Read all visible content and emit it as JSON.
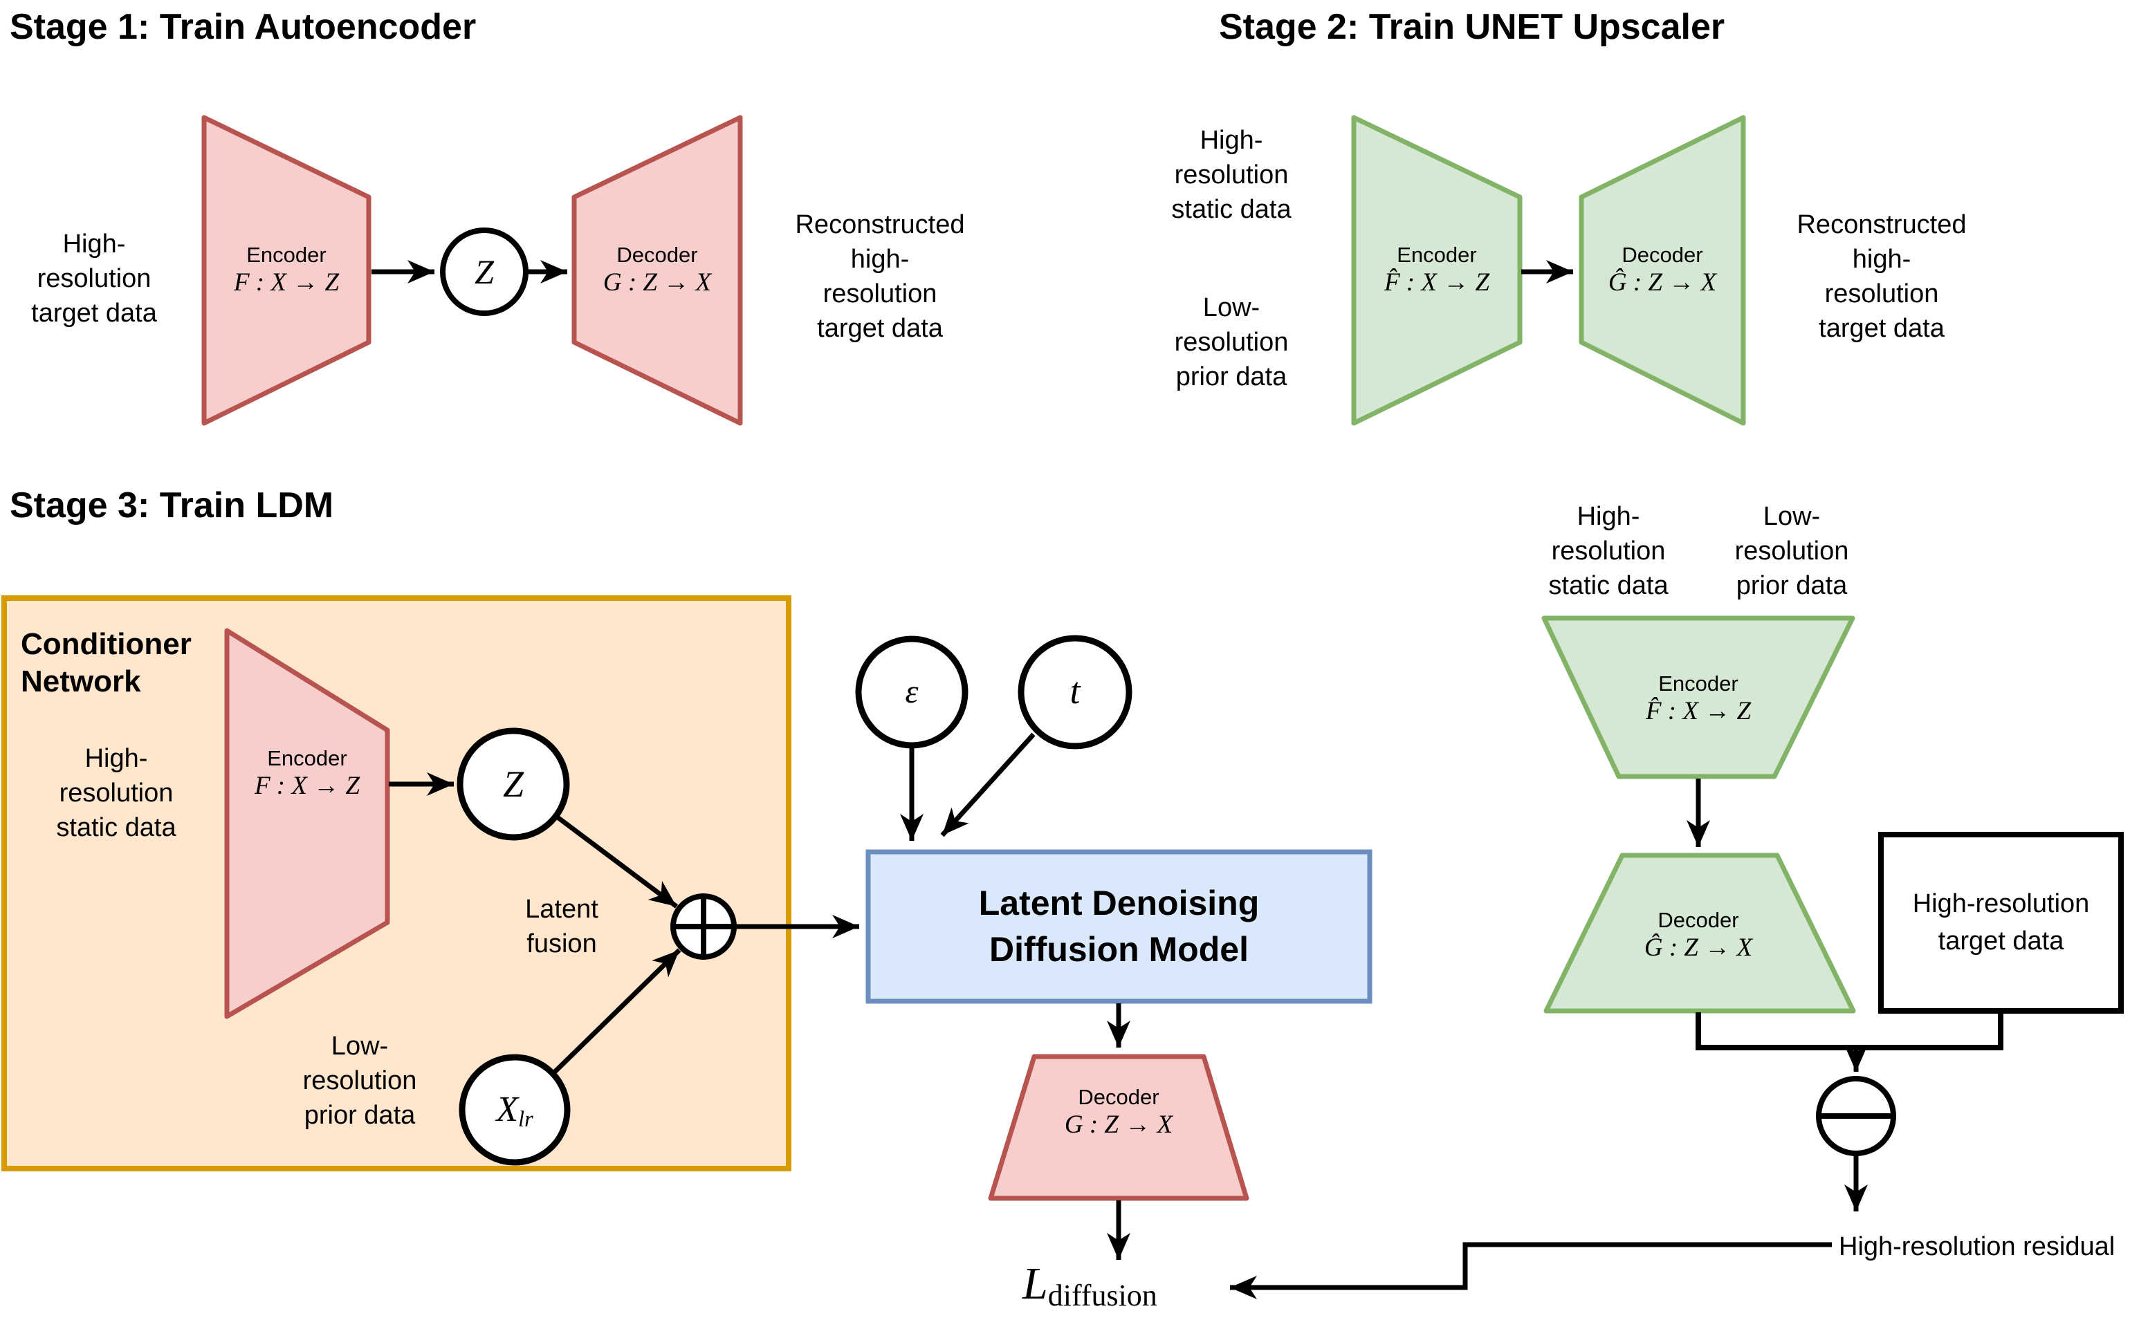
{
  "colors": {
    "pink-fill": "#F8CECC",
    "pink-stroke": "#B85450",
    "green-fill": "#D5E8D4",
    "green-stroke": "#82B366",
    "blue-fill": "#DAE8FC",
    "blue-stroke": "#6C8EBF",
    "orange-fill": "#FFE6CC",
    "orange-stroke": "#D79B00",
    "line": "#000000",
    "node-fill": "#FFFFFF"
  },
  "icons": {
    "fusion": "circle-plus",
    "difference": "circle-minus"
  },
  "stage1": {
    "title": "Stage 1: Train Autoencoder",
    "input_label": "High-\nresolution\ntarget data",
    "encoder": {
      "title": "Encoder",
      "formula": "F : X → Z"
    },
    "latent_symbol": "Z",
    "decoder": {
      "title": "Decoder",
      "formula": "G : Z → X"
    },
    "output_label": "Reconstructed\nhigh-\nresolution\ntarget data"
  },
  "stage2": {
    "title": "Stage 2: Train UNET Upscaler",
    "static_input_label": "High-\nresolution\nstatic data",
    "prior_input_label": "Low-\nresolution\nprior data",
    "encoder": {
      "title": "Encoder",
      "formula": "F̂ : X → Z"
    },
    "decoder": {
      "title": "Decoder",
      "formula": "Ĝ : Z → X"
    },
    "output_label": "Reconstructed\nhigh-\nresolution\ntarget data"
  },
  "stage3": {
    "title": "Stage 3: Train LDM",
    "conditioner": {
      "title": "Conditioner\nNetwork",
      "static_input_label": "High-\nresolution\nstatic data",
      "encoder": {
        "title": "Encoder",
        "formula": "F : X → Z"
      },
      "latent_symbol": "Z",
      "fusion_label": "Latent\nfusion",
      "prior_input_label": "Low-\nresolution\nprior data",
      "prior_symbol": {
        "base": "X",
        "sub": "lr"
      }
    },
    "noise_symbol": "ε",
    "timestep_symbol": "t",
    "ldm_box_label": "Latent Denoising\nDiffusion Model",
    "decoder": {
      "title": "Decoder",
      "formula": "G : Z → X"
    },
    "loss": {
      "base": "L",
      "sub": "diffusion"
    }
  },
  "upscaler_branch": {
    "static_input_label": "High-\nresolution\nstatic data",
    "prior_input_label": "Low-\nresolution\nprior data",
    "encoder": {
      "title": "Encoder",
      "formula": "F̂ : X → Z"
    },
    "decoder": {
      "title": "Decoder",
      "formula": "Ĝ : Z → X"
    },
    "target_box_label": "High-resolution\ntarget data",
    "residual_label": "High-resolution residual"
  }
}
